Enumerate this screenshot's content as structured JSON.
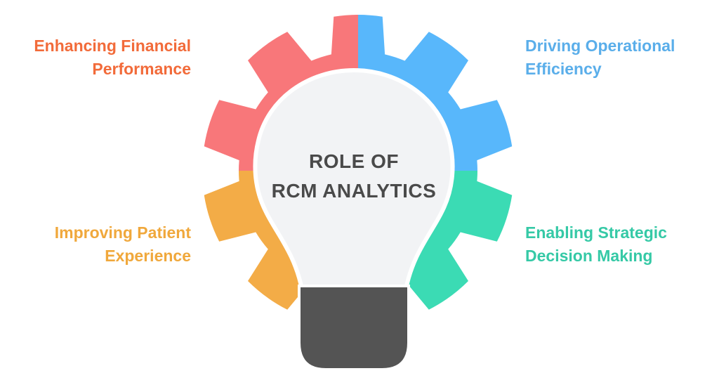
{
  "center": {
    "line1": "ROLE OF",
    "line2": "RCM ANALYTICS",
    "color": "#4a4a4a"
  },
  "quadrants": {
    "top_left": {
      "line1": "Enhancing Financial",
      "line2": "Performance",
      "color": "#f26b3a",
      "gear_color": "#f8777a"
    },
    "top_right": {
      "line1": "Driving Operational",
      "line2": "Efficiency",
      "color": "#5aaeea",
      "gear_color": "#58b7fb"
    },
    "bottom_left": {
      "line1": "Improving Patient",
      "line2": "Experience",
      "color": "#f0a83c",
      "gear_color": "#f3ac47"
    },
    "bottom_right": {
      "line1": "Enabling Strategic",
      "line2": "Decision Making",
      "color": "#35c9a6",
      "gear_color": "#3bdbb4"
    }
  },
  "bulb": {
    "glass_color": "#f2f3f5",
    "base_color": "#545454",
    "outline_color": "#ffffff"
  }
}
